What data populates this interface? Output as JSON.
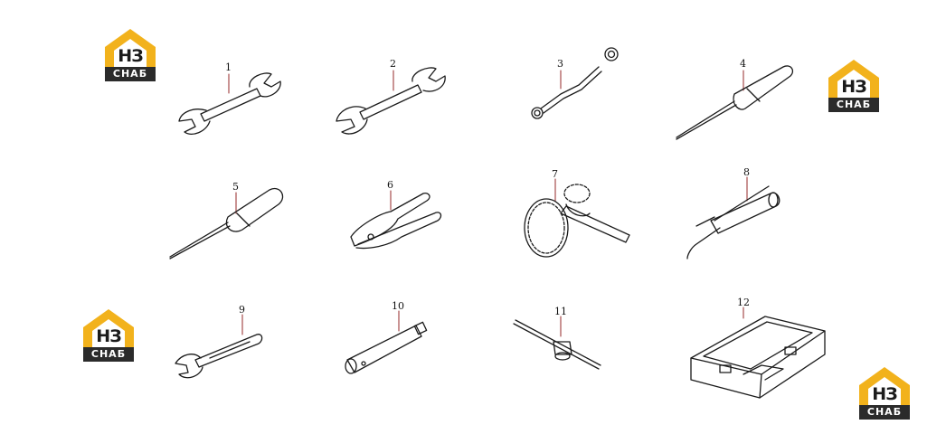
{
  "brand": {
    "letters": "НЗ",
    "wordmark": "СНАБ",
    "colors": {
      "accent": "#f2b21c",
      "dark": "#2b2b2b"
    }
  },
  "parts": [
    {
      "num": "1",
      "tool": "open-end-wrench"
    },
    {
      "num": "2",
      "tool": "open-end-wrench"
    },
    {
      "num": "3",
      "tool": "offset-box-wrench"
    },
    {
      "num": "4",
      "tool": "screwdriver"
    },
    {
      "num": "5",
      "tool": "screwdriver"
    },
    {
      "num": "6",
      "tool": "pliers"
    },
    {
      "num": "7",
      "tool": "chain-filter-wrench"
    },
    {
      "num": "8",
      "tool": "grease-gun"
    },
    {
      "num": "9",
      "tool": "adjustable-wrench"
    },
    {
      "num": "10",
      "tool": "socket-extension"
    },
    {
      "num": "11",
      "tool": "t-handle-socket"
    },
    {
      "num": "12",
      "tool": "tool-case"
    }
  ]
}
